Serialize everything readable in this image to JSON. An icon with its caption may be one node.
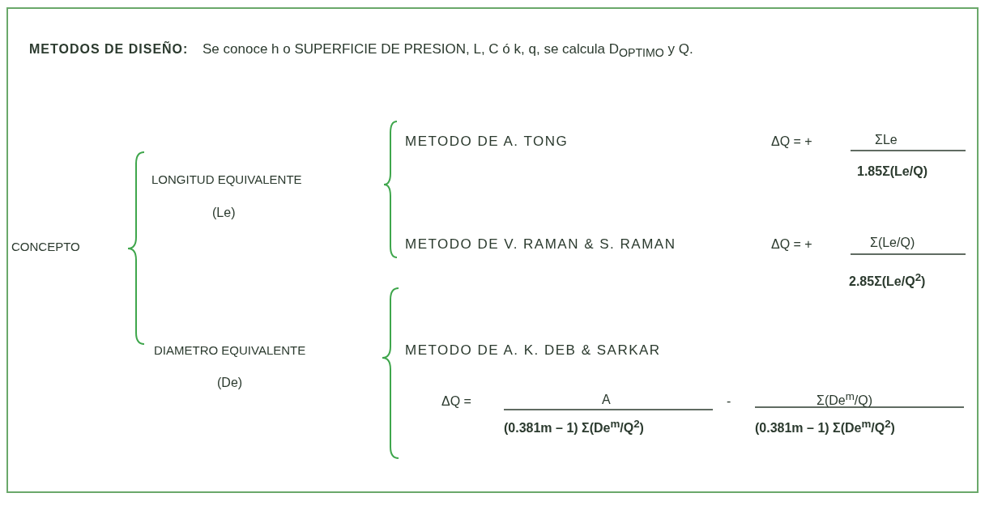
{
  "diagram": {
    "title": "METODOS DE DISEÑO:",
    "labels": [
      "Se conoce h o SUPERFICIE DE PRESION, L, C ó k, q, se calcula D$_{OPTIMO}$ y Q.",
      "METODO DE A. TONG",
      "ΔQ = +",
      "ΣLe",
      "LONGITUD EQUIVALENTE",
      "1.85Σ(Le/Q)",
      "(Le)",
      "CONCEPTO",
      "METODO DE V. RAMAN & S. RAMAN",
      "ΔQ = +",
      "Σ(Le/Q)",
      "2.85Σ(Le/Q$^{2}$)",
      "DIAMETRO EQUIVALENTE",
      "METODO DE A. K. DEB & SARKAR",
      "(De)",
      "ΔQ =",
      "A",
      "-",
      "Σ(De$^{m}$/Q)",
      "(0.381m – 1) Σ(De$^{m}$/Q$^{2}$)",
      "(0.381m – 1) Σ(De$^{m}$/Q$^{2}$)"
    ]
  }
}
